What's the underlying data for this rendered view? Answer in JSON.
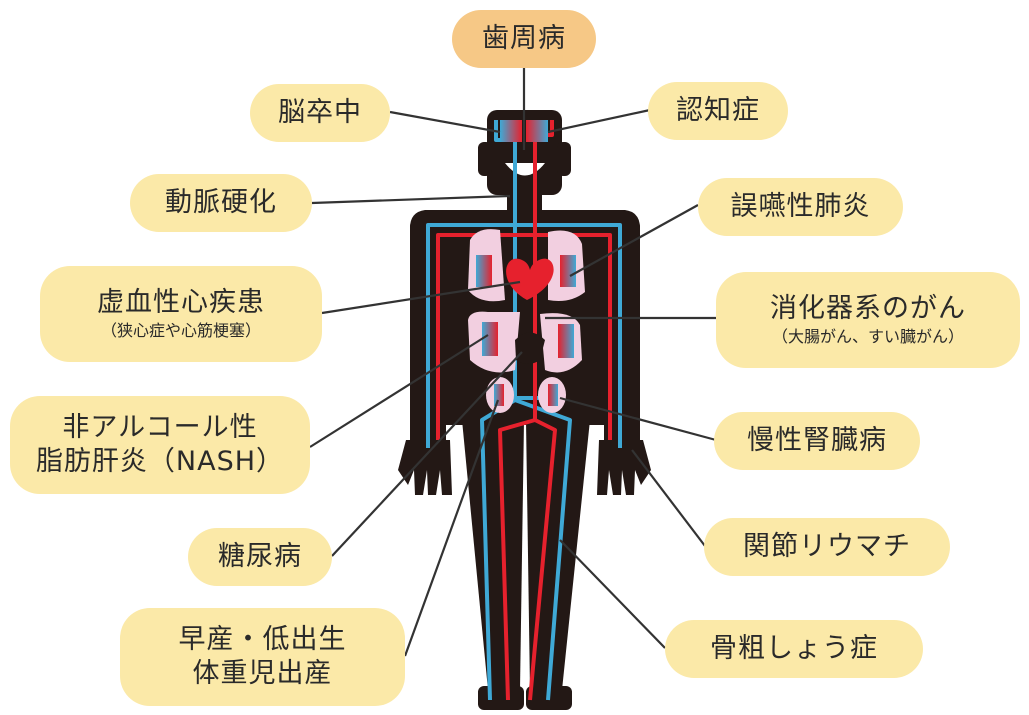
{
  "labels": {
    "periodontal": {
      "main": "歯周病"
    },
    "stroke": {
      "main": "脳卒中"
    },
    "dementia": {
      "main": "認知症"
    },
    "arteriosclerosis": {
      "main": "動脈硬化"
    },
    "aspiration_pneumonia": {
      "main": "誤嚥性肺炎"
    },
    "ischemic_heart": {
      "main": "虚血性心疾患",
      "sub": "（狭心症や心筋梗塞）"
    },
    "digestive_cancer": {
      "main": "消化器系のがん",
      "sub": "（大腸がん、すい臓がん）"
    },
    "nash": {
      "main": "非アルコール性\n脂肪肝炎（NASH）"
    },
    "kidney": {
      "main": "慢性腎臓病"
    },
    "diabetes": {
      "main": "糖尿病"
    },
    "rheumatism": {
      "main": "関節リウマチ"
    },
    "preterm": {
      "main": "早産・低出生\n体重児出産"
    },
    "osteoporosis": {
      "main": "骨粗しょう症"
    }
  },
  "colors": {
    "body": "#231815",
    "artery": "#e6212d",
    "vein": "#3fa9d6",
    "organ": "#f2cfe0",
    "heart": "#e6212d",
    "label_fill": "#fbe9a8",
    "label_fill_top": "#f6c886"
  }
}
